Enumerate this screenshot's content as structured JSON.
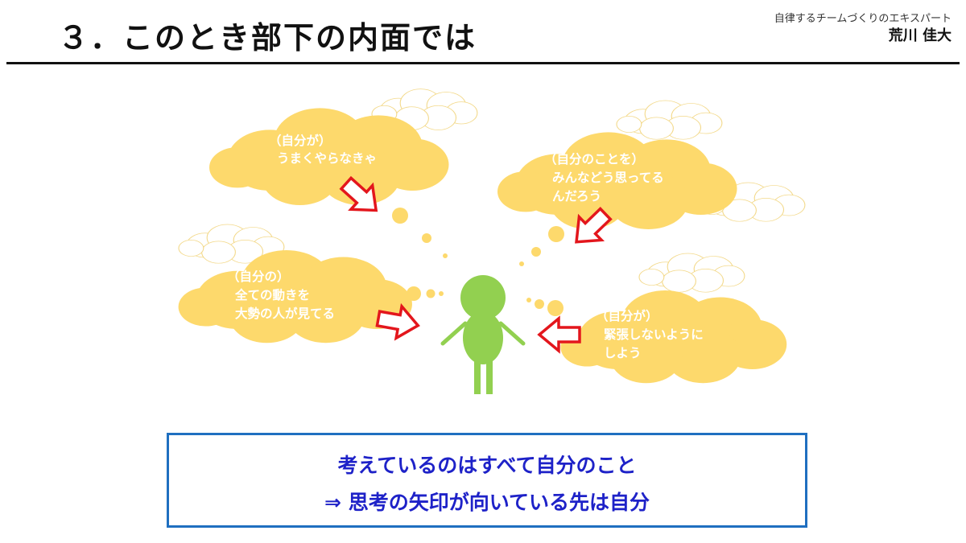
{
  "header": {
    "title": "３．このとき部下の内面では",
    "subtitle": "自律するチームづくりのエキスパート",
    "author": "荒川 佳大"
  },
  "colors": {
    "cloud_fill": "#fdd96c",
    "outline_cloud": "#f3d98a",
    "figure": "#92d050",
    "arrow_outline": "#e3161c",
    "box_border": "#1f6fc0",
    "box_text": "#1e22c8"
  },
  "thoughts": [
    {
      "lines": [
        "（自分が）",
        "うまくやらなきゃ"
      ]
    },
    {
      "lines": [
        "（自分のことを）",
        "みんなどう思ってる",
        "んだろう"
      ]
    },
    {
      "lines": [
        "（自分の）",
        "全ての動きを",
        "大勢の人が見てる"
      ]
    },
    {
      "lines": [
        "（自分が）",
        "緊張しないように",
        "しよう"
      ]
    }
  ],
  "summary": {
    "line1": "考えているのはすべて自分のこと",
    "line2": "⇒ 思考の矢印が向いている先は自分"
  }
}
